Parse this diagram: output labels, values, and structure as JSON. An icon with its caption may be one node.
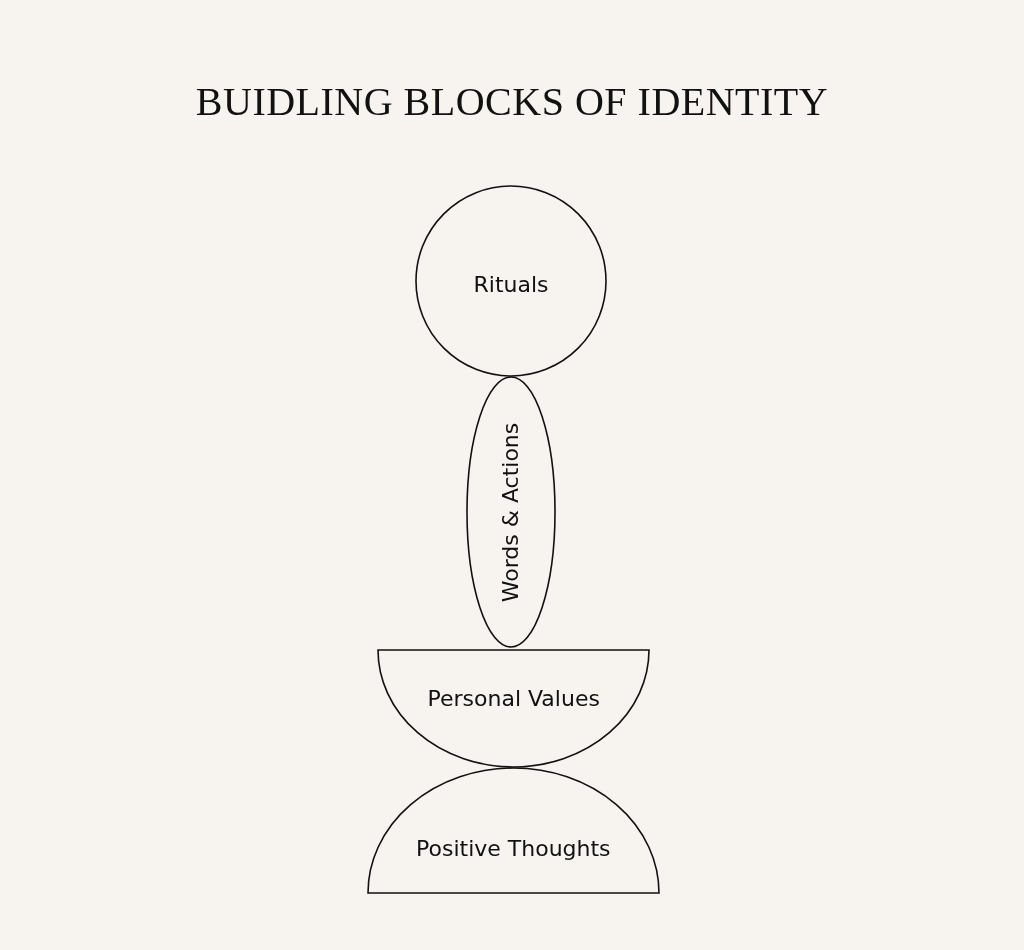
{
  "diagram": {
    "title": "BUIDLING BLOCKS OF IDENTITY",
    "nodes": [
      {
        "text": [
          "Rituals"
        ]
      },
      {
        "text": [
          "Words & Actions"
        ]
      },
      {
        "text": [
          "Personal Values"
        ]
      },
      {
        "text": [
          "Positive Thoughts"
        ]
      }
    ]
  }
}
